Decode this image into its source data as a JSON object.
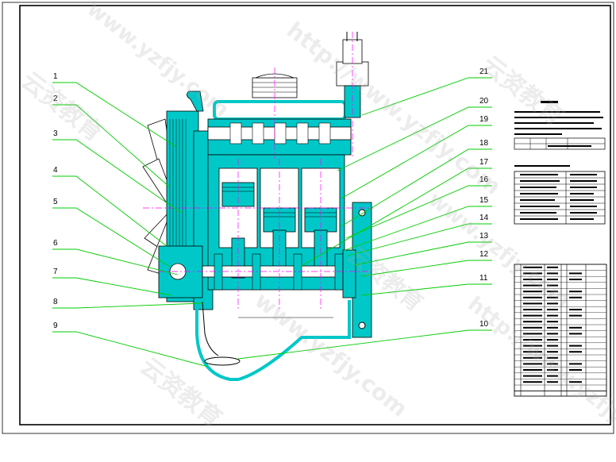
{
  "drawing": {
    "callouts": [
      "1",
      "2",
      "3",
      "4",
      "5",
      "6",
      "7",
      "8",
      "9",
      "10",
      "11",
      "12",
      "13",
      "14",
      "15",
      "16",
      "17",
      "18",
      "19",
      "20",
      "21"
    ]
  },
  "watermarks": [
    "www.yzfjy.com",
    "http://www.yzfjy.com",
    "云资教育"
  ],
  "colors": {
    "frame": "#000000",
    "body": "#00c8c8",
    "leader": "#00cc00",
    "detail": "#000000",
    "centerline": "#ff00ff",
    "accent": "#ff0000"
  }
}
